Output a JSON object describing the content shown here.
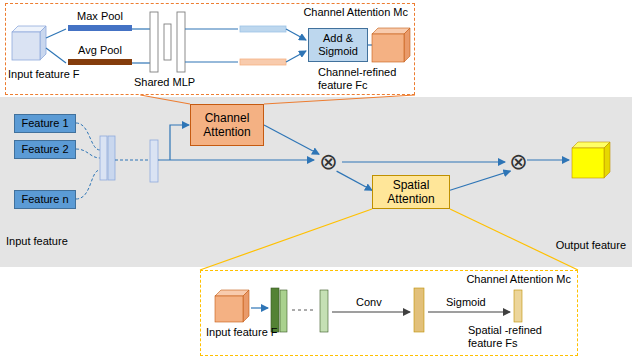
{
  "diagram": {
    "nodes": [
      {
        "text": [
          "Channel Attention Mc"
        ]
      },
      {
        "text": [
          "Max Pool"
        ],
        "in": 0
      },
      {
        "text": [
          "Avg Pool"
        ],
        "in": 0
      },
      {
        "text": [
          "Add & Sigmoid"
        ],
        "in": 0
      },
      {
        "text": [
          "Input feature",
          "Output feature"
        ]
      },
      {
        "text": [
          "Feature 1"
        ],
        "in": 4
      },
      {
        "text": [
          "Feature 2"
        ],
        "in": 4
      },
      {
        "text": [
          "Feature n"
        ],
        "in": 4
      },
      {
        "text": [
          "Channel Attention"
        ],
        "in": 4
      },
      {
        "text": [
          "⊗"
        ],
        "in": 4
      },
      {
        "text": [
          "Spatial Attention"
        ],
        "in": 4
      },
      {
        "text": [
          "⊗"
        ],
        "in": 4
      },
      {
        "text": [
          "Channel Attention Mc"
        ]
      }
    ],
    "edges": [
      {
        "from": 8,
        "to": 9,
        "arrow": "to"
      },
      {
        "from": 9,
        "to": 11,
        "arrow": "to"
      },
      {
        "from": 9,
        "to": 10,
        "arrow": "to"
      },
      {
        "from": 10,
        "to": 11,
        "arrow": "to"
      },
      {
        "from": 8,
        "to": 0,
        "arrow": "none"
      },
      {
        "from": 8,
        "to": 0,
        "arrow": "none"
      },
      {
        "from": 10,
        "to": 12,
        "arrow": "none"
      },
      {
        "from": 10,
        "to": 12,
        "arrow": "none"
      }
    ],
    "labels": [
      "Input feature F",
      "Shared MLP",
      "Channel-refined feature Fc",
      "Input feature F",
      "Conv",
      "Sigmoid",
      "Spatial -refined feature Fs"
    ]
  }
}
